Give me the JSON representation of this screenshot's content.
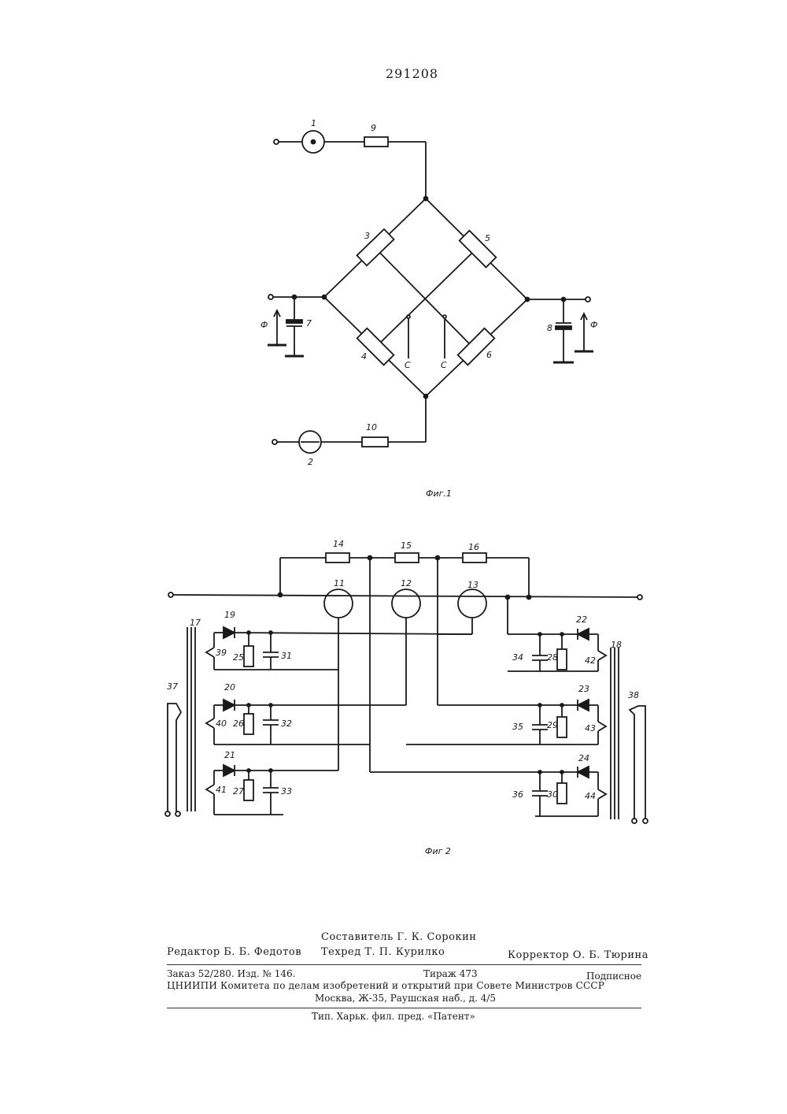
{
  "header": {
    "patent_number": "291208"
  },
  "figure1": {
    "caption": "Фиг.1",
    "labels": {
      "l1": "1",
      "l2": "2",
      "l3": "3",
      "l4": "4",
      "l5": "5",
      "l6": "6",
      "l7": "7",
      "l8": "8",
      "l9": "9",
      "l10": "10",
      "phi_left": "Ф",
      "phi_right": "Ф",
      "c_left": "C",
      "c_right": "C"
    }
  },
  "figure2": {
    "caption": "Фиг 2",
    "labels": {
      "l11": "11",
      "l12": "12",
      "l13": "13",
      "l14": "14",
      "l15": "15",
      "l16": "16",
      "l17": "17",
      "l18": "18",
      "l19": "19",
      "l20": "20",
      "l21": "21",
      "l22": "22",
      "l23": "23",
      "l24": "24",
      "l25": "25",
      "l26": "26",
      "l27": "27",
      "l28": "28",
      "l29": "29",
      "l30": "30",
      "l31": "31",
      "l32": "32",
      "l33": "33",
      "l34": "34",
      "l35": "35",
      "l36": "36",
      "l37": "37",
      "l38": "38",
      "l39": "39",
      "l40": "40",
      "l41": "41",
      "l42": "42",
      "l43": "43",
      "l44": "44"
    }
  },
  "footer": {
    "compiler": "Составитель Г. К. Сорокин",
    "editor": "Редактор Б. Б. Федотов",
    "techred": "Техред Т. П. Курилко",
    "corrector": "Корректор О. Б. Тюрина",
    "order": "Заказ 52/280. Изд. № 146.",
    "circulation": "Тираж 473",
    "subscription": "Подписное",
    "institute": "ЦНИИПИ Комитета по делам изобретений и открытий при Совете Министров СССР",
    "address": "Москва, Ж-35, Раушская наб., д. 4/5",
    "printer": "Тип. Харьк. фил. пред. «Патент»"
  }
}
